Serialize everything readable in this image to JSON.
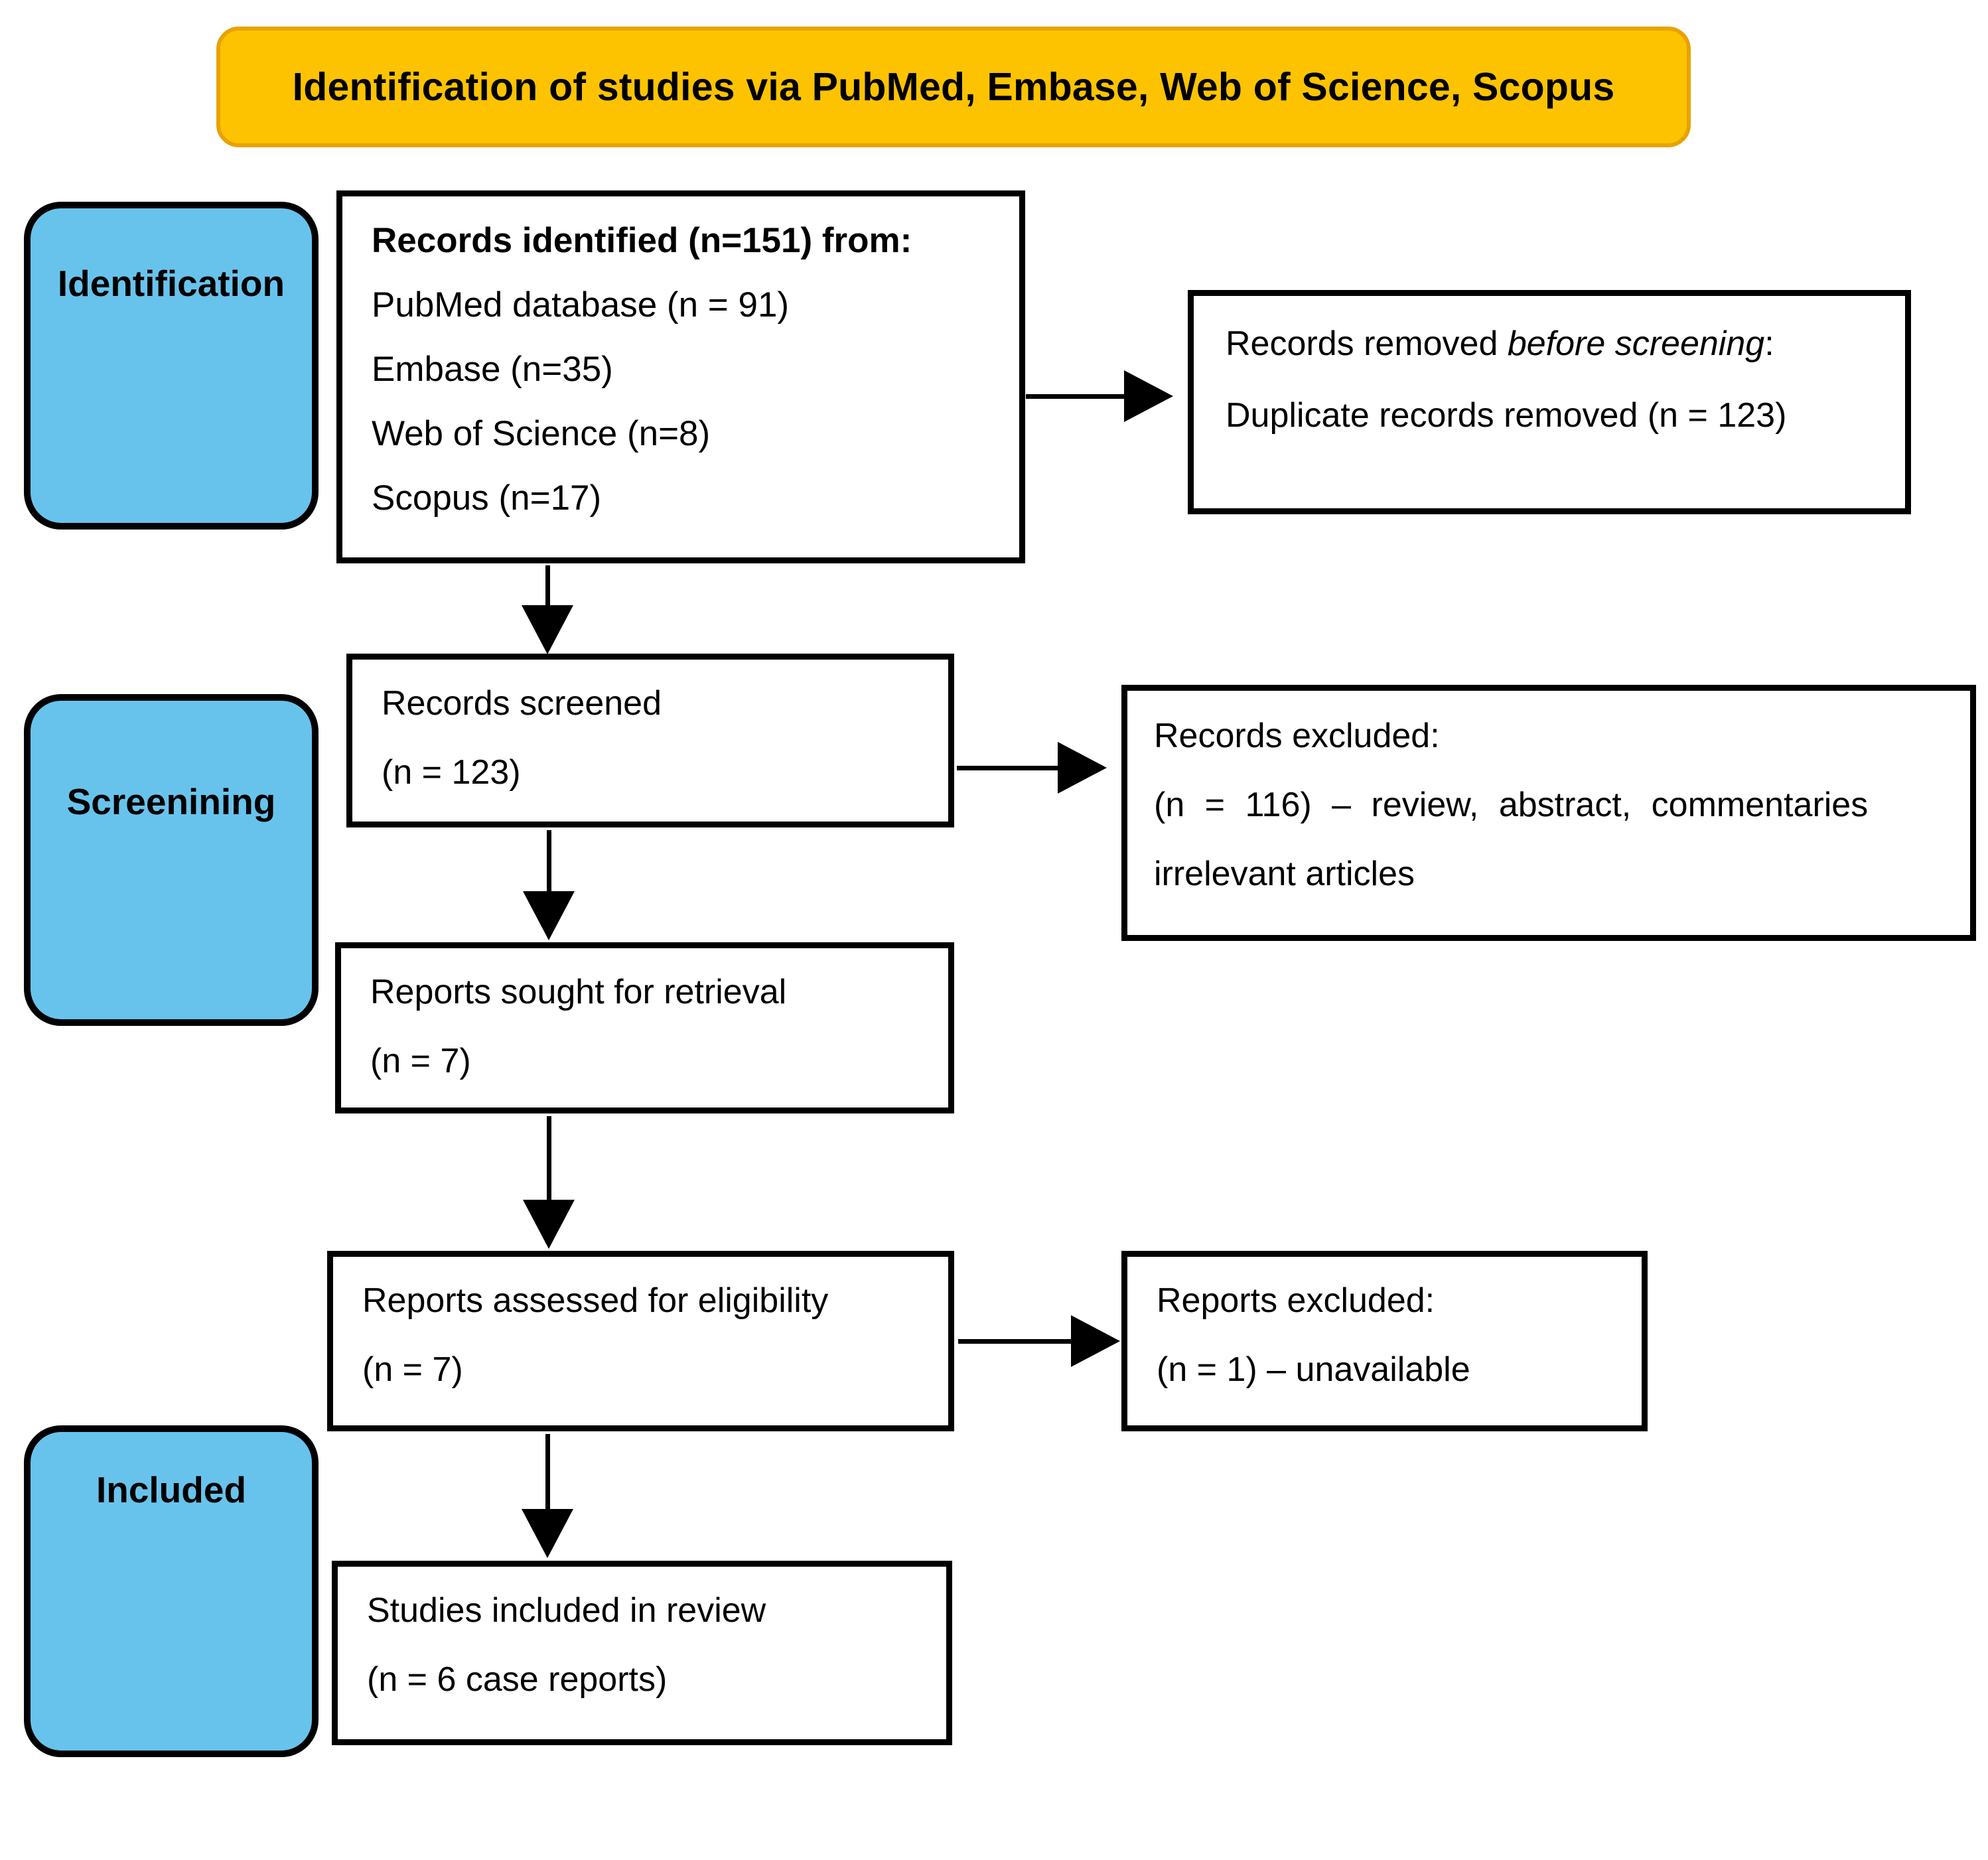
{
  "banner": {
    "title": "Identification of studies via PubMed, Embase, Web of Science, Scopus",
    "fill_color": "#FDC300",
    "border_color": "#E8A200"
  },
  "stages": {
    "fill_color": "#68C3EC",
    "identification": "Identification",
    "screening": "Screenining",
    "included": "Included"
  },
  "nodes": {
    "identified": {
      "heading": "Records identified (n=151) from:",
      "source_1": "PubMed database (n = 91)",
      "source_2": "Embase (n=35)",
      "source_3": "Web of Science (n=8)",
      "source_4": "Scopus (n=17)"
    },
    "removed": {
      "line_1_prefix": "Records removed ",
      "line_1_emphasis": "before screening",
      "line_1_suffix": ":",
      "line_2": "Duplicate records removed (n = 123)"
    },
    "screened": {
      "line_1": "Records screened",
      "line_2": "(n = 123)"
    },
    "records_excluded": {
      "line_1": "Records excluded:",
      "line_2": "(n = 116) – review, abstract, commentaries",
      "line_3": "irrelevant articles"
    },
    "sought": {
      "line_1": "Reports sought for retrieval",
      "line_2": "(n = 7)"
    },
    "assessed": {
      "line_1": "Reports assessed for eligibility",
      "line_2": "(n = 7)"
    },
    "reports_excluded": {
      "line_1": "Reports excluded:",
      "line_2": "(n = 1) – unavailable"
    },
    "included": {
      "line_1": "Studies included in review",
      "line_2": "(n = 6 case reports)"
    }
  },
  "chart_data": {
    "type": "diagram",
    "title": "PRISMA 2020 flow diagram",
    "stages": [
      "Identification",
      "Screenining",
      "Included"
    ],
    "counts": {
      "records_identified_total": 151,
      "pubmed": 91,
      "embase": 35,
      "web_of_science": 8,
      "scopus": 17,
      "duplicates_removed": 123,
      "records_screened": 123,
      "records_excluded": 116,
      "reports_sought_for_retrieval": 7,
      "reports_assessed_for_eligibility": 7,
      "reports_excluded": 1,
      "studies_included": 6
    }
  }
}
